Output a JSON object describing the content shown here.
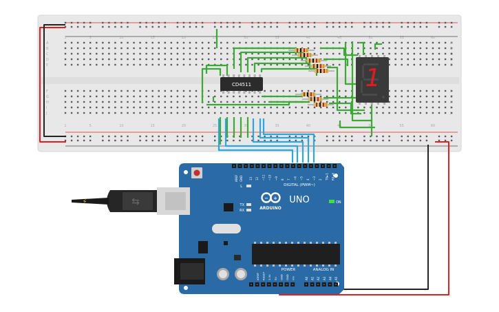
{
  "breadboard": {
    "column_numbers": [
      "1",
      "5",
      "10",
      "15",
      "20",
      "25",
      "30",
      "35",
      "40",
      "45",
      "50",
      "55",
      "60"
    ],
    "row_letters_top": [
      "A",
      "B",
      "C",
      "D",
      "E"
    ],
    "row_letters_bottom": [
      "F",
      "G",
      "H",
      "I",
      "J"
    ]
  },
  "chip": {
    "label": "CD4511",
    "color": "#2b2b2b"
  },
  "seven_segment": {
    "digit": "1",
    "segment_color": "#e01b24"
  },
  "arduino": {
    "brand": "ARDUINO",
    "model": "UNO",
    "labels": {
      "digital": "DIGITAL (PWM~)",
      "power": "POWER",
      "analog": "ANALOG IN",
      "aref": "AREF",
      "gnd": "GND",
      "l": "L",
      "tx": "TX",
      "rx": "RX",
      "on": "ON"
    },
    "digital_pins": [
      "13",
      "12",
      "~11",
      "~10",
      "~9",
      "8",
      "7",
      "~6",
      "~5",
      "4",
      "~3",
      "2",
      "TX►1",
      "RX◄0"
    ],
    "power_pins": [
      "IOREF",
      "RESET",
      "3.3V",
      "5V",
      "GND",
      "GND",
      "Vin"
    ],
    "analog_pins": [
      "A0",
      "A1",
      "A2",
      "A3",
      "A4",
      "A5"
    ],
    "board_color": "#2a6aa5"
  },
  "wire_colors": {
    "red": "#e02020",
    "black": "#222222",
    "green": "#3aa935",
    "blue": "#2aa7e0"
  }
}
